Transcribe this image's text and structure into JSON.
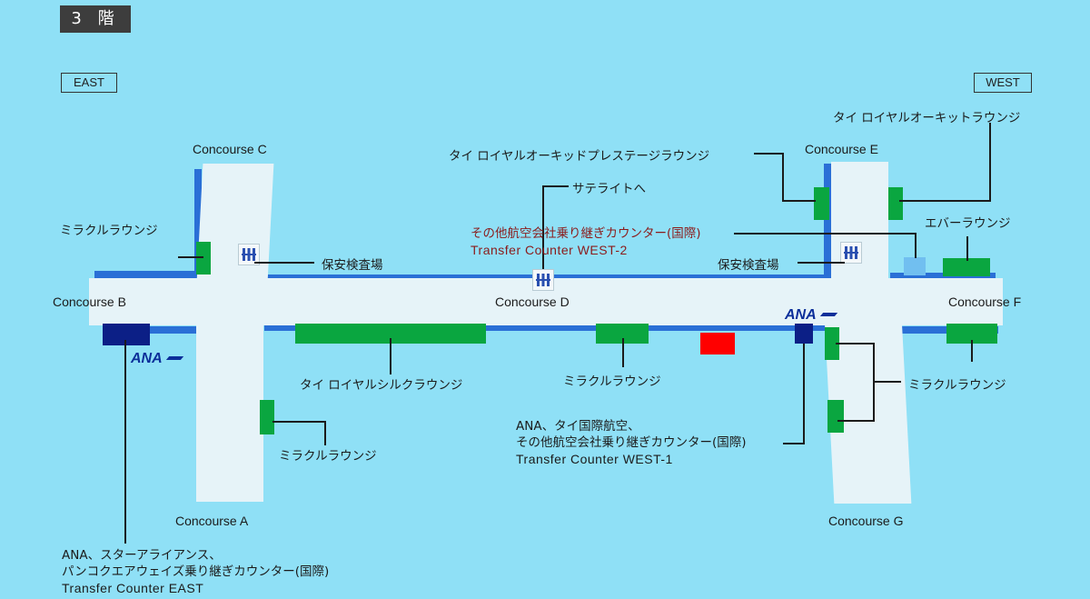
{
  "floor": "3 階",
  "directions": {
    "east": "EAST",
    "west": "WEST"
  },
  "concourses": {
    "a": "Concourse A",
    "b": "Concourse B",
    "c": "Concourse C",
    "d": "Concourse D",
    "e": "Concourse E",
    "f": "Concourse F",
    "g": "Concourse G"
  },
  "labels": {
    "miracle_c": "ミラクルラウンジ",
    "security_left": "保安検査場",
    "satellite": "サテライトへ",
    "prestige": "タイ ロイヤルオーキッドプレステージラウンジ",
    "orchid": "タイ ロイヤルオーキットラウンジ",
    "transfer_west2_line1": "その他航空会社乗り継ぎカウンター(国際)",
    "transfer_west2_line2": "Transfer Counter WEST-2",
    "eva": "エバーラウンジ",
    "security_right": "保安検査場",
    "silk": "タイ ロイヤルシルクラウンジ",
    "miracle_d": "ミラクルラウンジ",
    "miracle_a": "ミラクルラウンジ",
    "miracle_g": "ミラクルラウンジ",
    "transfer_west1_line1": "ANA、タイ国際航空、",
    "transfer_west1_line2": "その他航空会社乗り継ぎカウンター(国際)",
    "transfer_west1_line3": "Transfer Counter WEST-1",
    "transfer_east_line1": "ANA、スターアライアンス、",
    "transfer_east_line2": "パンコクエアウェイズ乗り継ぎカウンター(国際)",
    "transfer_east_line3": "Transfer Counter EAST"
  },
  "logos": {
    "ana": "ANA"
  },
  "colors": {
    "background": "#8fe0f6",
    "corridor": "#e6f3f8",
    "wall": "#2a6fd6",
    "lounge": "#0aa640",
    "ana_counter": "#0c1f86",
    "current_location": "#ff0000"
  }
}
